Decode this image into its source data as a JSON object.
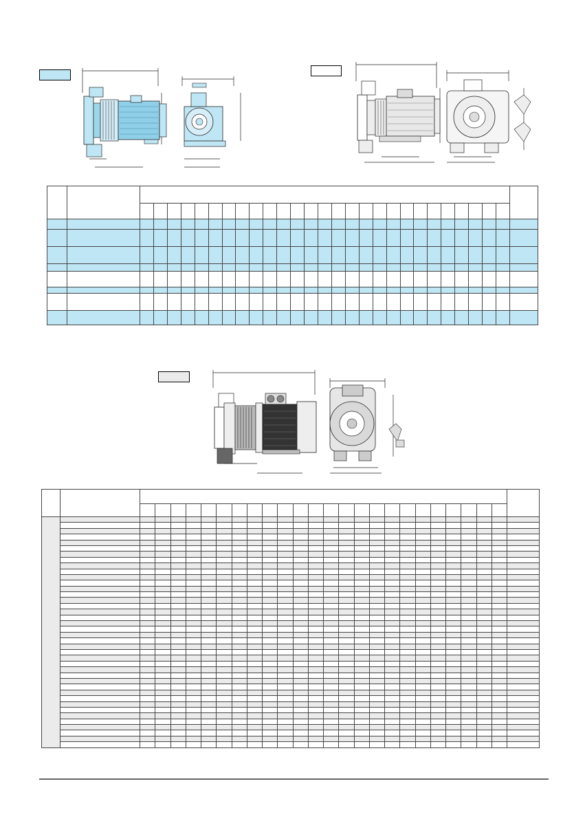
{
  "colors": {
    "accent_blue": "#bfe6f4",
    "light_gray": "#ebebeb",
    "line": "#222222"
  },
  "top_left": {
    "tag_label": ""
  },
  "top_right": {
    "tag_label": ""
  },
  "bottom_drawing": {
    "tag_label": ""
  },
  "table1": {
    "columns": 27,
    "rows": 9
  },
  "table2": {
    "columns": 27,
    "rows": 40
  },
  "footer": {
    "text": ""
  }
}
